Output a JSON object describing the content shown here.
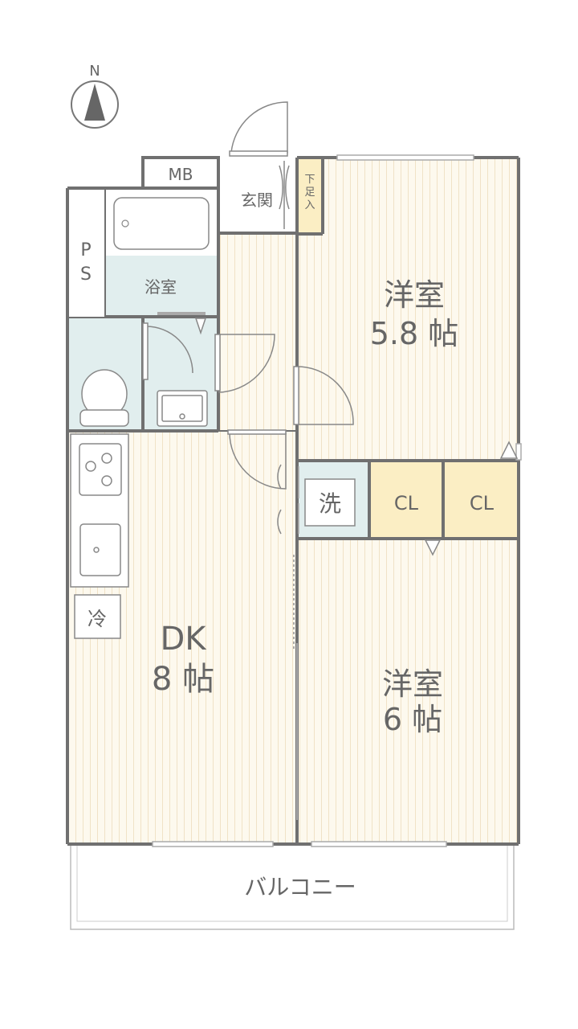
{
  "compass": {
    "label": "N"
  },
  "rooms": {
    "western_room_north": {
      "name": "洋室",
      "size": "5.8 帖"
    },
    "western_room_south": {
      "name": "洋室",
      "size": "6 帖"
    },
    "dining_kitchen": {
      "name": "DK",
      "size": "8 帖"
    },
    "bathroom": {
      "name": "浴室"
    },
    "entrance": {
      "name": "玄関"
    },
    "shoe_box": {
      "lines": [
        "下",
        "足",
        "入"
      ]
    },
    "meter_box": {
      "name": "MB"
    },
    "pipe_space": {
      "lines": [
        "P",
        "S"
      ]
    },
    "laundry": {
      "name": "洗"
    },
    "closet_1": {
      "name": "CL"
    },
    "closet_2": {
      "name": "CL"
    },
    "refrigerator": {
      "name": "冷"
    },
    "balcony": {
      "name": "バルコニー"
    }
  },
  "colors": {
    "wall": "#707070",
    "floor_wood": "#fdf9ee",
    "floor_line": "#f0e2c6",
    "wet_area": "#e1eeee",
    "closet": "#fbeec4",
    "text": "#666666"
  }
}
